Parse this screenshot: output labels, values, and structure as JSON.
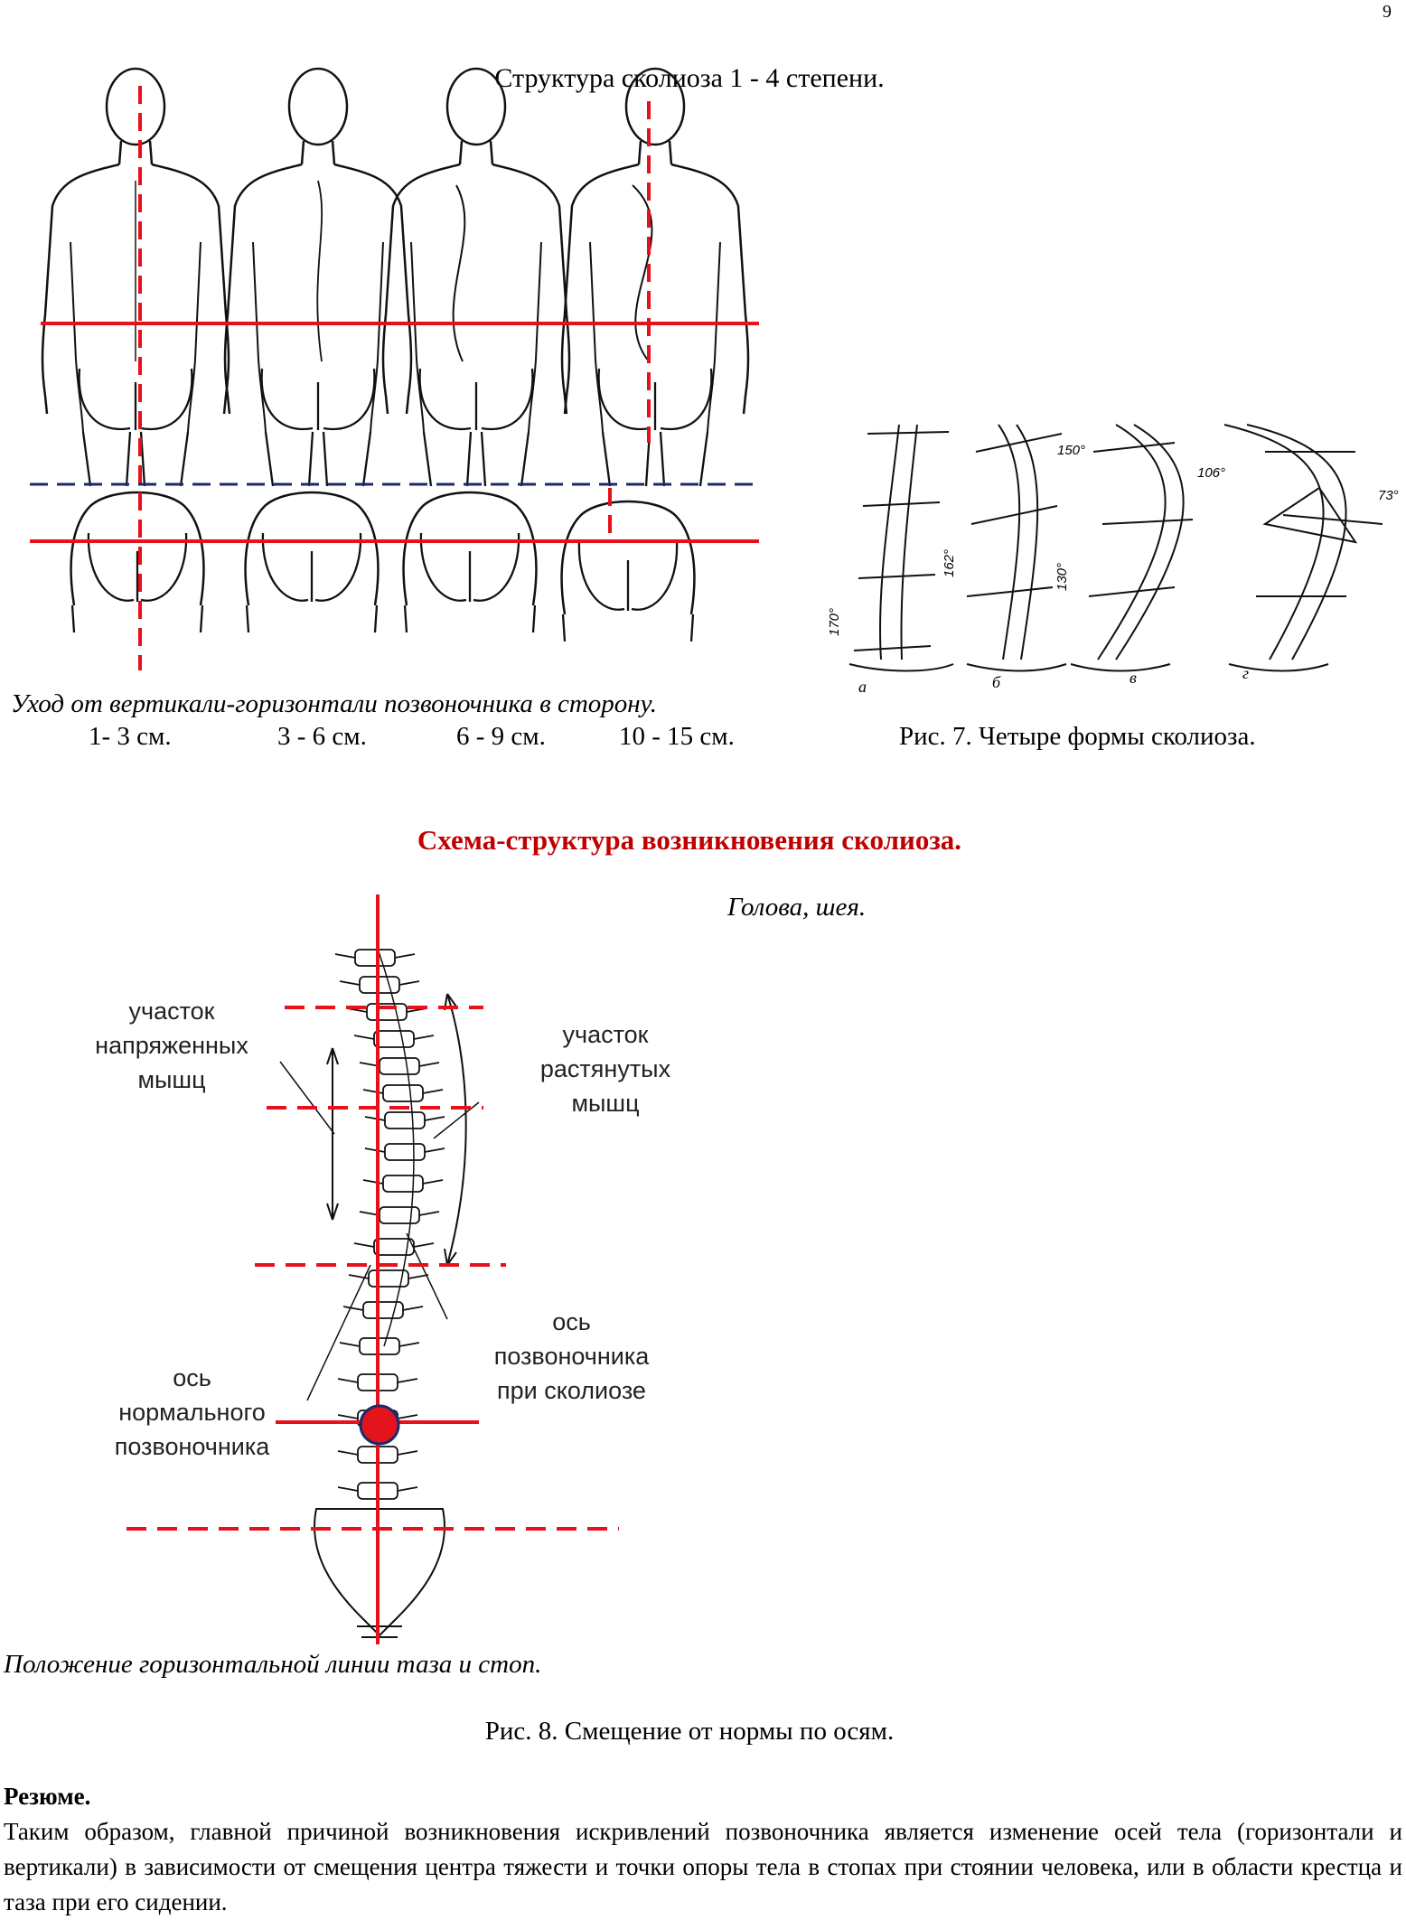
{
  "page": {
    "number": "9"
  },
  "figure_top": {
    "title": "Структура сколиоза 1 - 4 степени.",
    "caption": "Уход от вертикали-горизонтали позвоночника в сторону.",
    "degrees": [
      "1- 3 см.",
      "3 - 6 см.",
      "6 - 9 см.",
      "10 - 15 см."
    ]
  },
  "figure7": {
    "panel_letters": [
      "а",
      "б",
      "в",
      "г"
    ],
    "angles": [
      "170°",
      "150°",
      "162°",
      "106°",
      "130°",
      "73°"
    ],
    "caption": "Рис. 7. Четыре формы сколиоза."
  },
  "figure8": {
    "title": "Схема-структура возникновения сколиоза.",
    "head_label": "Голова, шея.",
    "label_tense": [
      "участок",
      "напряженных",
      "мышц"
    ],
    "label_stretched": [
      "участок",
      "растянутых",
      "мышц"
    ],
    "label_axis_scoliosis": [
      "ось",
      "позвоночника",
      "при сколиозе"
    ],
    "label_axis_normal": [
      "ось",
      "нормального",
      "позвоночника"
    ],
    "bottom_label": "Положение горизонтальной линии таза и стоп.",
    "caption": "Рис. 8. Смещение от нормы по осям."
  },
  "summary": {
    "title": "Резюме.",
    "text": "Таким образом, главной причиной возникновения искривлений позвоночника является изменение осей тела (горизонтали и вертикали) в зависимости от смещения центра тяжести и точки опоры тела в стопах при стоянии человека, или в области крестца и таза при его сидении."
  },
  "colors": {
    "red_line": "#e8101a",
    "blue_dash": "#1a2a6c",
    "title_red": "#c00000",
    "gravity_dot": "#e3141c"
  }
}
